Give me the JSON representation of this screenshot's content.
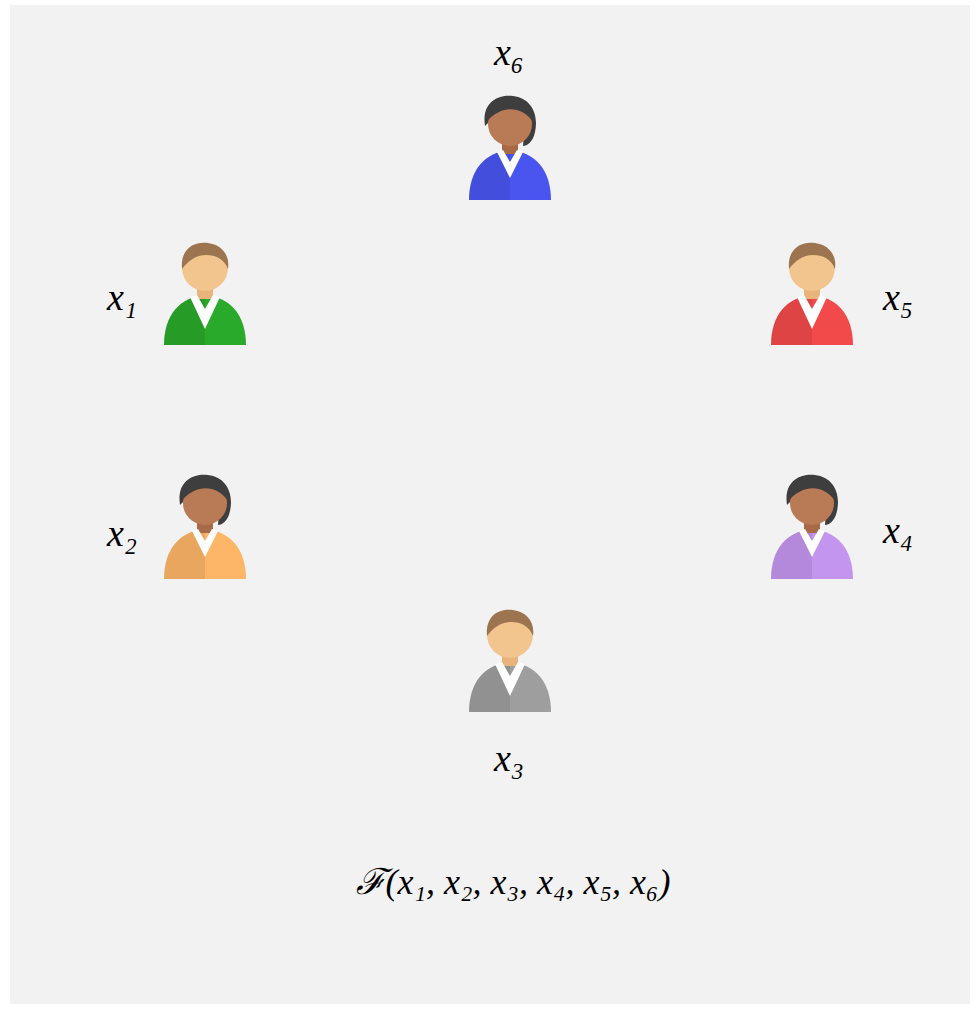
{
  "diagram": {
    "labels": [
      "x₁",
      "x₂",
      "x₃",
      "x₄",
      "x₅",
      "x₆",
      "ℱ(x₁, x₂, x₃, x₄, x₅, x₆)"
    ]
  }
}
